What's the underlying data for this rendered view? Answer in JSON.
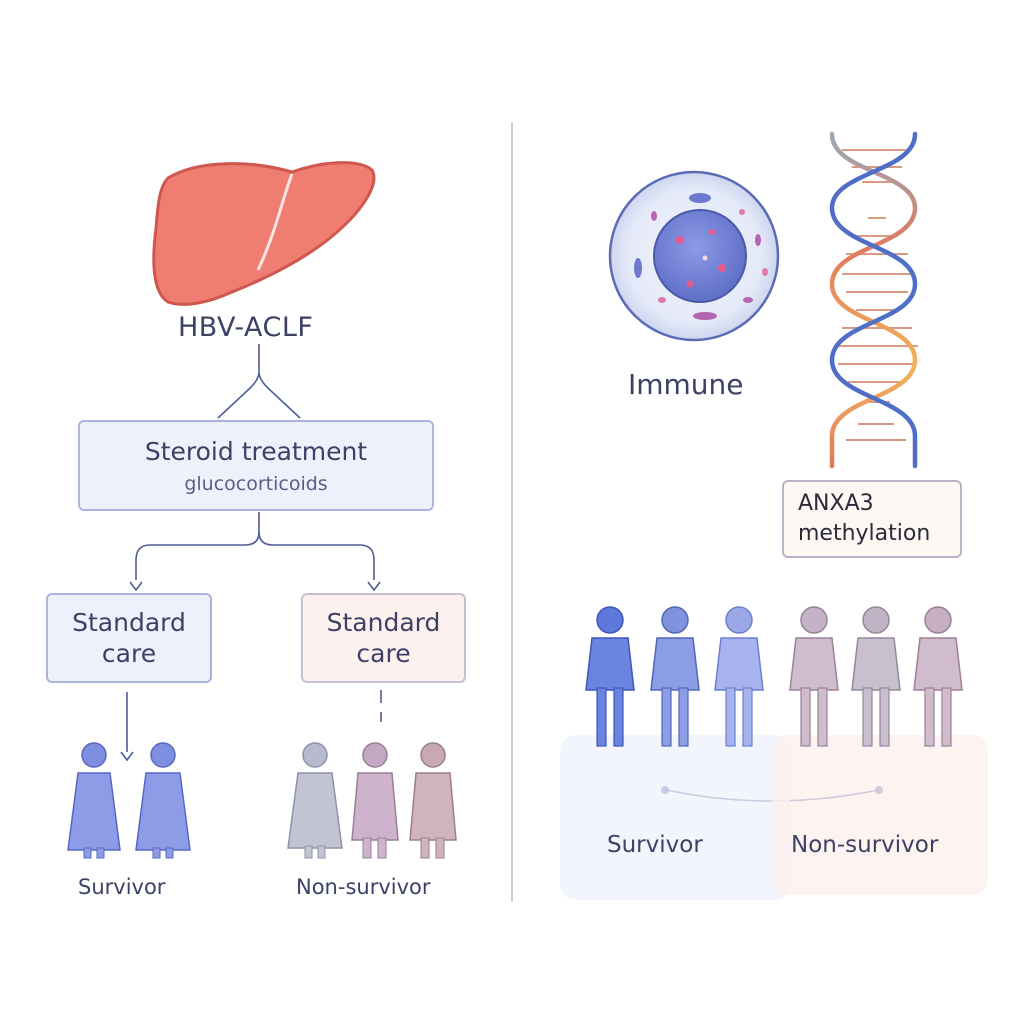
{
  "left_panel": {
    "disease_label": "HBV-ACLF",
    "treatment_box": {
      "title": "Steroid treatment",
      "subtitle": "glucocorticoids"
    },
    "branch_left": {
      "label_line1": "Standard",
      "label_line2": "care"
    },
    "branch_right": {
      "label_line1": "Standard",
      "label_line2": "care"
    },
    "outcome_left": "Survivor",
    "outcome_right": "Non-survivor"
  },
  "right_panel": {
    "immune_label": "Immune",
    "gene_box": {
      "line1": "ANXA3",
      "line2": "methylation"
    },
    "outcome_left": "Survivor",
    "outcome_right": "Non-survivor"
  },
  "colors": {
    "survivor_blue": "#7f8fe0",
    "nonsurvivor_mauve": "#b9a3b8",
    "liver": "#ef7d72",
    "text": "#3d4166"
  },
  "icons": [
    "liver-icon",
    "immune-cell-icon",
    "dna-helix-icon",
    "person-icon"
  ]
}
